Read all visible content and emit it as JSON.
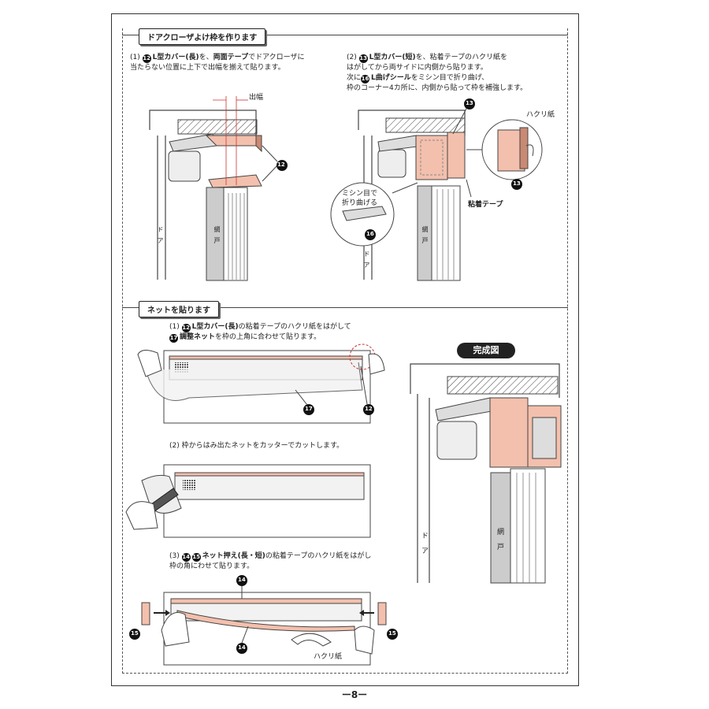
{
  "sections": {
    "s1": {
      "title": "ドアクローザよけ枠を作ります"
    },
    "s2": {
      "title": "ネットを貼ります"
    }
  },
  "steps": {
    "a1": {
      "num": "(1)",
      "badge": "12",
      "bold": "L型カバー(長)",
      "t1": "を、",
      "bold2": "両面テープ",
      "t2": "でドアクローザに",
      "line2": "当たらない位置に上下で出幅を揃えて貼ります。"
    },
    "a2": {
      "num": "(2)",
      "badge": "13",
      "bold": "L型カバー(短)",
      "t1": "を、粘着テープのハクリ紙を",
      "line2": "はがしてから両サイドに内側から貼ります。",
      "line3a": "次に",
      "badge2": "16",
      "bold2": "L曲げシール",
      "line3b": "をミシン目で折り曲げ、",
      "line4": "枠のコーナー4カ所に、内側から貼って枠を補強します。"
    },
    "b1": {
      "num": "(1)",
      "badge": "12",
      "bold": "L型カバー(長)",
      "t1": "の粘着テープのハクリ紙をはがして",
      "badge2": "17",
      "bold2": "調整ネット",
      "t2": "を枠の上角に合わせて貼ります。"
    },
    "b2": {
      "num": "(2)",
      "t1": "枠からはみ出たネットをカッターでカットします。"
    },
    "b3": {
      "num": "(3)",
      "badge": "14",
      "badge2": "15",
      "bold": "ネット押え(長・短)",
      "t1": "の粘着テープのハクリ紙をはがし",
      "line2": "枠の角にわせて貼ります。"
    }
  },
  "labels": {
    "debaba": "出幅",
    "hakuri": "ハクリ紙",
    "nenchaku": "粘着テープ",
    "mishin1": "ミシン目で",
    "mishin2": "折り曲げる",
    "door": "ドア",
    "amido": "網戸",
    "hakuri2": "ハクリ紙"
  },
  "callouts": {
    "n12": "12",
    "n13": "13",
    "n14": "14",
    "n15": "15",
    "n16": "16",
    "n17": "17"
  },
  "finished": "完成図",
  "page_number": "ー8ー",
  "colors": {
    "cover": "#f3c0ad",
    "cover_dark": "#c98a73",
    "frame_line": "#444"
  }
}
